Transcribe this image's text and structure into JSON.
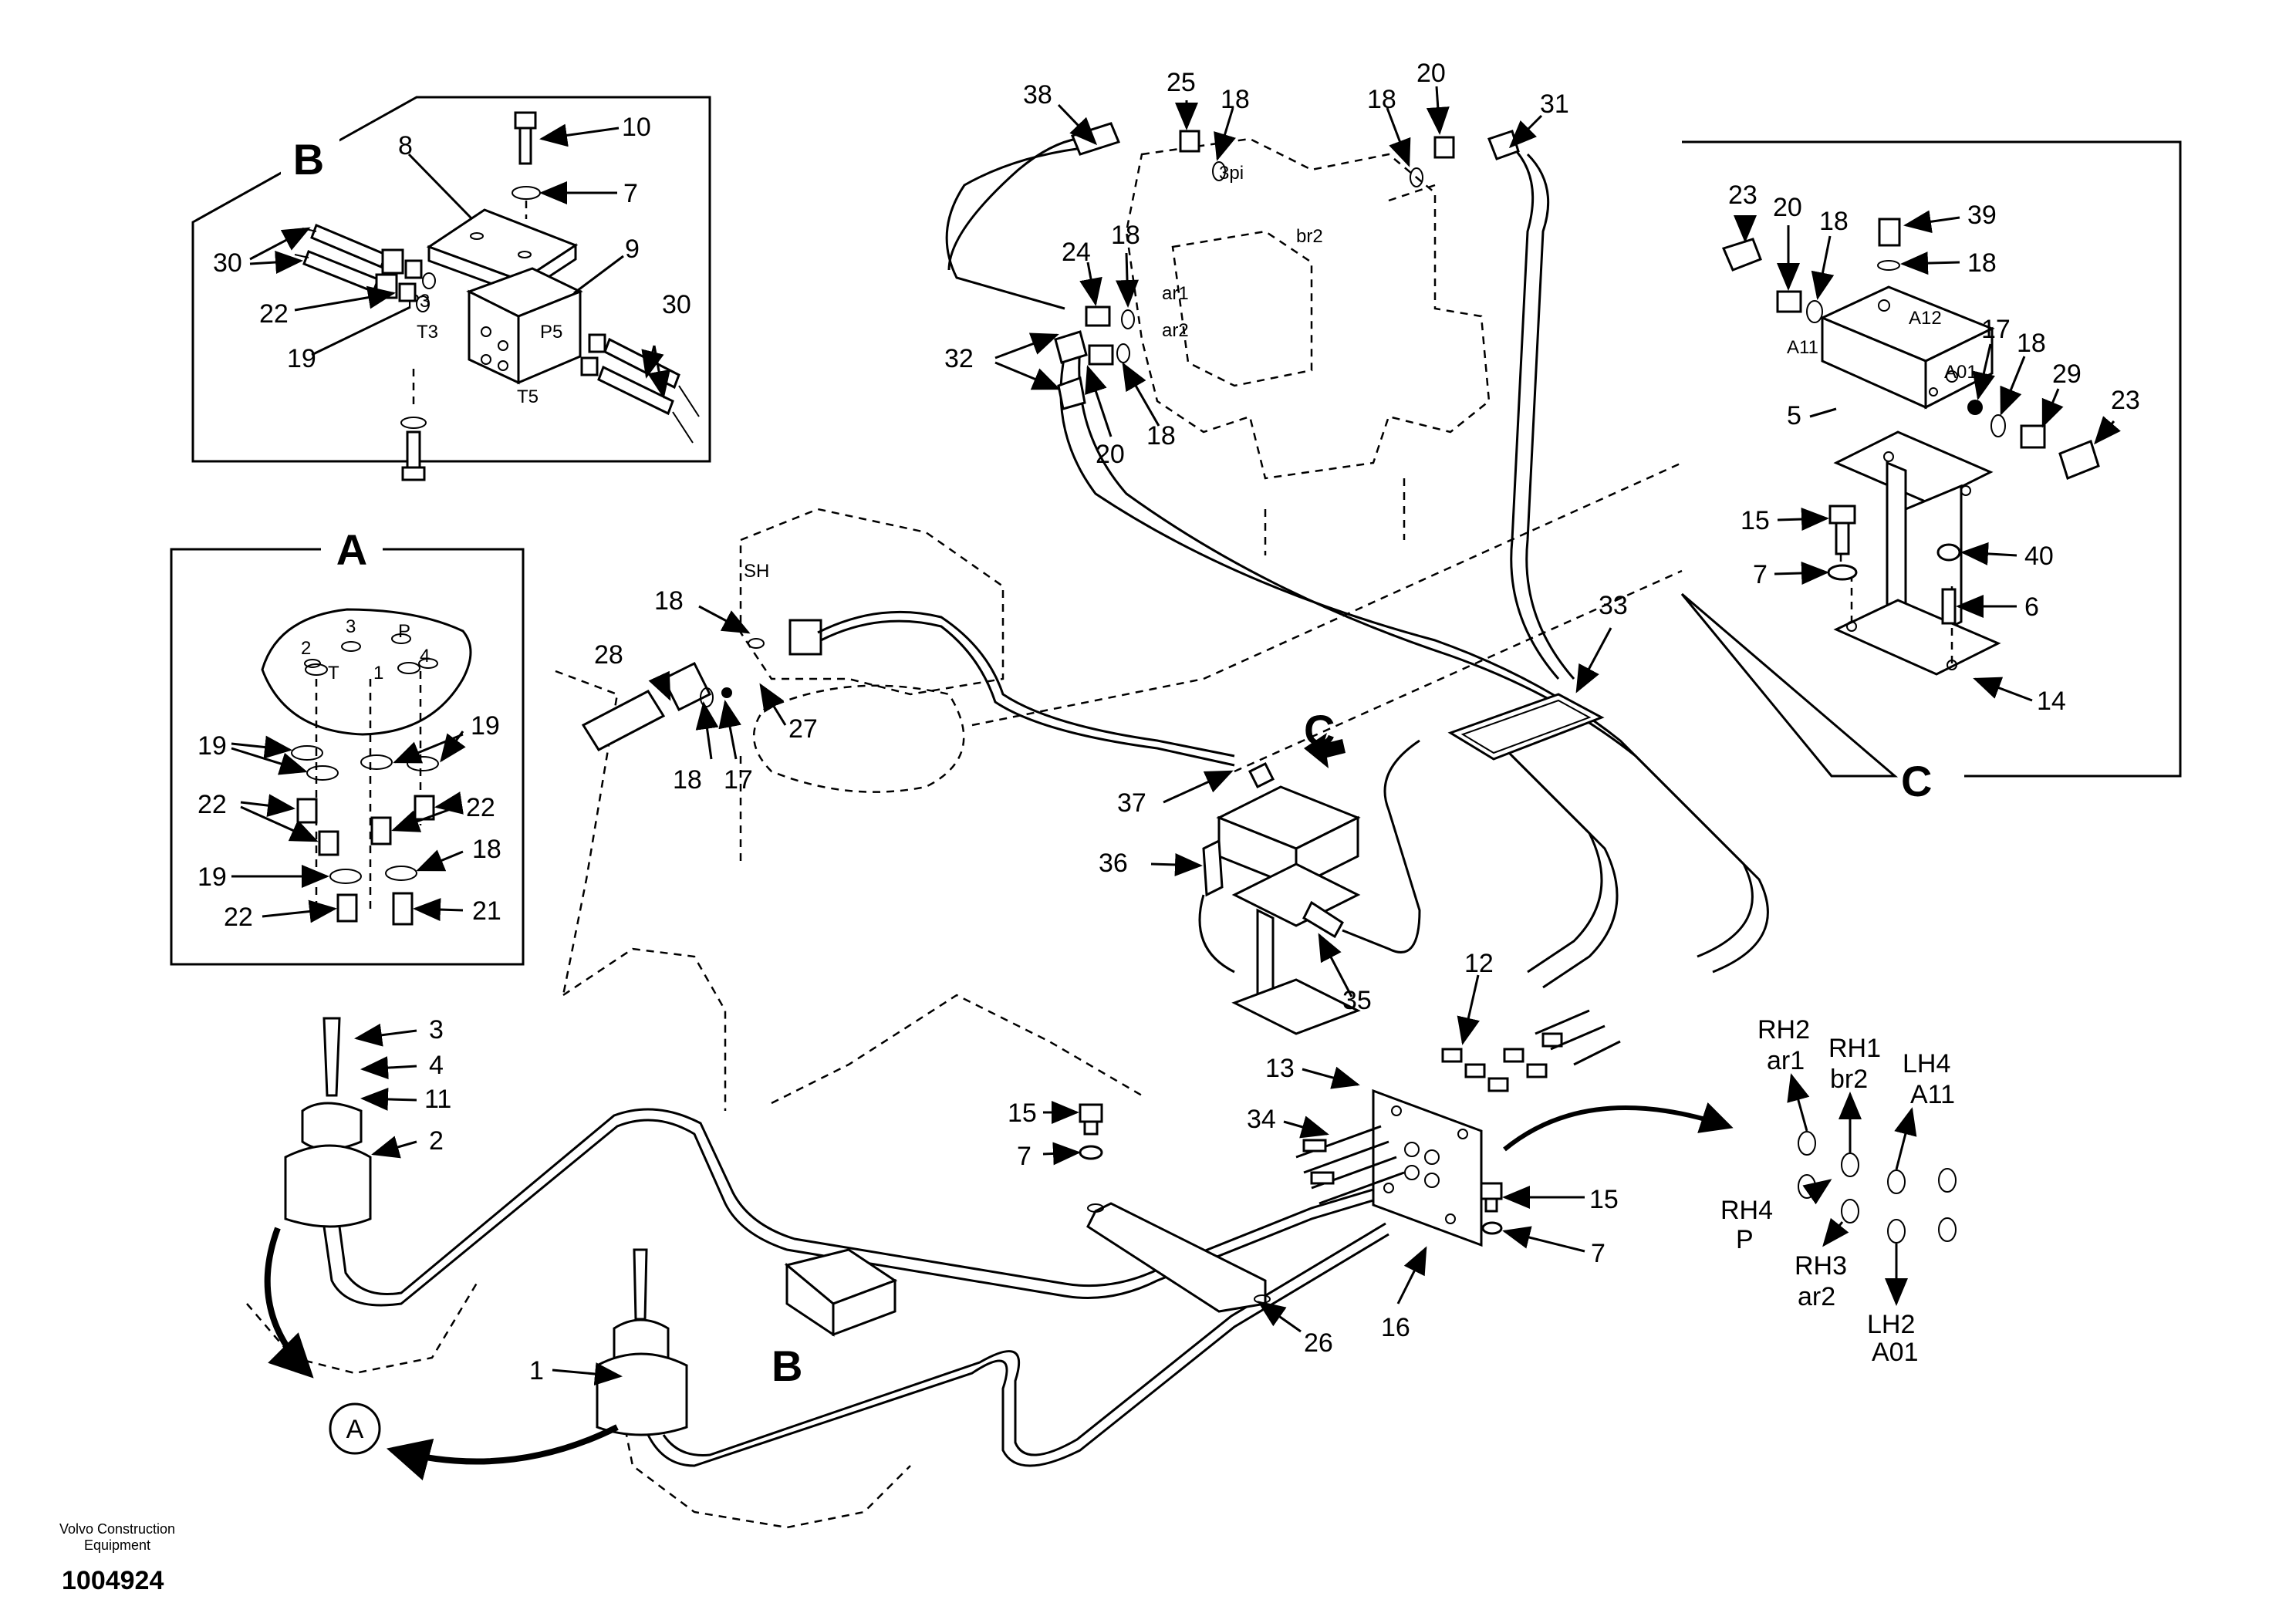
{
  "insets": {
    "a": "A",
    "b": "B",
    "c": "C"
  },
  "callouts": {
    "a_19a": "19",
    "a_19b": "19",
    "a_19c": "19",
    "a_22a": "22",
    "a_22b": "22",
    "a_22c": "22",
    "a_18": "18",
    "a_21": "21",
    "b_10": "10",
    "b_8": "8",
    "b_7": "7",
    "b_9": "9",
    "b_30a": "30",
    "b_30b": "30",
    "b_22": "22",
    "b_19": "19",
    "c_23a": "23",
    "c_20": "20",
    "c_18a": "18",
    "c_39": "39",
    "c_18b": "18",
    "c_17": "17",
    "c_18c": "18",
    "c_29": "29",
    "c_23b": "23",
    "c_5": "5",
    "c_15": "15",
    "c_7": "7",
    "c_40": "40",
    "c_6": "6",
    "c_14": "14",
    "m_38": "38",
    "m_25": "25",
    "m_18a": "18",
    "m_18b": "18",
    "m_20a": "20",
    "m_31": "31",
    "m_24": "24",
    "m_18c": "18",
    "m_32": "32",
    "m_20b": "20",
    "m_18d": "18",
    "m_33": "33",
    "m_18e": "18",
    "m_28": "28",
    "m_18f": "18",
    "m_17": "17",
    "m_27": "27",
    "m_37": "37",
    "m_36": "36",
    "m_35": "35",
    "m_12": "12",
    "m_13": "13",
    "m_34": "34",
    "m_15a": "15",
    "m_7a": "7",
    "m_15b": "15",
    "m_7b": "7",
    "m_16": "16",
    "m_26": "26",
    "m_3": "3",
    "m_4": "4",
    "m_11": "11",
    "m_2": "2",
    "m_1": "1"
  },
  "port_labels": {
    "a_2": "2",
    "a_3": "3",
    "a_p": "P",
    "a_t": "T",
    "a_1": "1",
    "a_4": "4",
    "b_p3": "P3",
    "b_t3": "T3",
    "b_p5": "P5",
    "b_t5": "T5",
    "c_a12": "A12",
    "c_a11": "A11",
    "c_a01": "A01",
    "v_3pi": "3pi",
    "v_br2": "br2",
    "v_ar1": "ar1",
    "v_ar2": "ar2",
    "v_sh": "SH"
  },
  "legend": {
    "rh2": "RH2",
    "ar1": "ar1",
    "rh1": "RH1",
    "br2": "br2",
    "lh4": "LH4",
    "a11": "A11",
    "rh4": "RH4",
    "p": "P",
    "rh3": "RH3",
    "ar2": "ar2",
    "lh2": "LH2",
    "a01": "A01"
  },
  "footer": {
    "brand": "Volvo Construction Equipment",
    "doc_number": "1004924"
  }
}
